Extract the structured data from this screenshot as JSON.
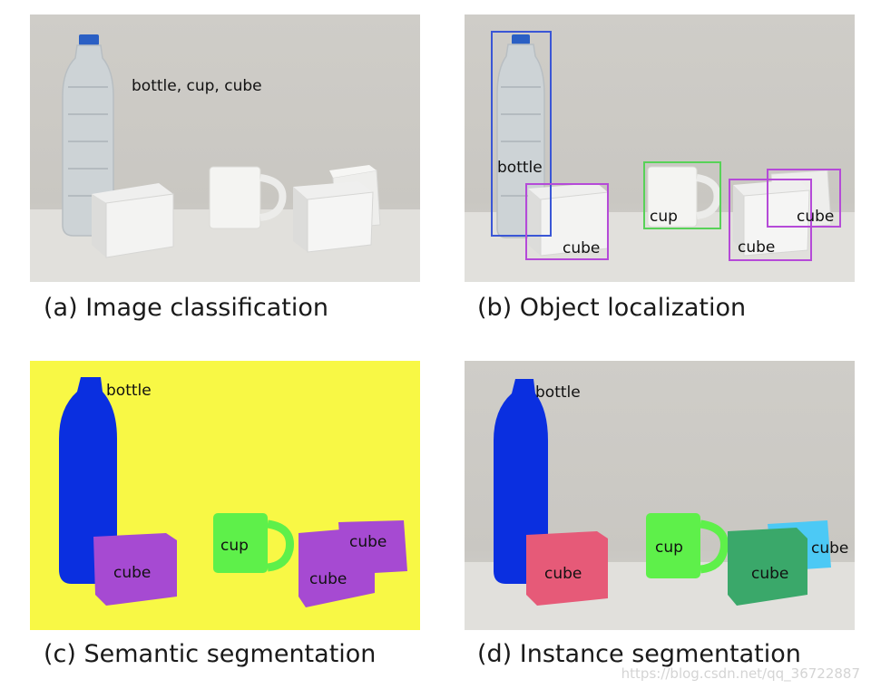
{
  "panels": {
    "a": {
      "caption": "(a) Image classification",
      "tags": "bottle, cup, cube"
    },
    "b": {
      "caption": "(b) Object localization",
      "labels": {
        "bottle": "bottle",
        "cup": "cup",
        "cube_left": "cube",
        "cube_right": "cube",
        "cube_back": "cube"
      },
      "colors": {
        "bottle": "#3a56d6",
        "cup": "#58d258",
        "cube": "#b54ad8"
      }
    },
    "c": {
      "caption": "(c) Semantic segmentation",
      "labels": {
        "bottle": "bottle",
        "cup": "cup",
        "cube_left": "cube",
        "cube_right": "cube",
        "cube_back": "cube"
      },
      "colors": {
        "background": "#f8f845",
        "bottle": "#0a2fe0",
        "cup": "#5ef04a",
        "cube": "#a64ad2"
      }
    },
    "d": {
      "caption": "(d) Instance segmentation",
      "labels": {
        "bottle": "bottle",
        "cup": "cup",
        "cube_left": "cube",
        "cube_right": "cube",
        "cube_back": "cube"
      },
      "colors": {
        "bottle": "#0a2fe0",
        "cup": "#5ef04a",
        "cube_left": "#e65a78",
        "cube_right": "#3aa86a",
        "cube_back": "#4cc9f5"
      }
    }
  },
  "watermark": "https://blog.csdn.net/qq_36722887",
  "icons": {
    "bottle": "bottle-icon",
    "cup": "cup-icon",
    "cube": "cube-icon"
  }
}
